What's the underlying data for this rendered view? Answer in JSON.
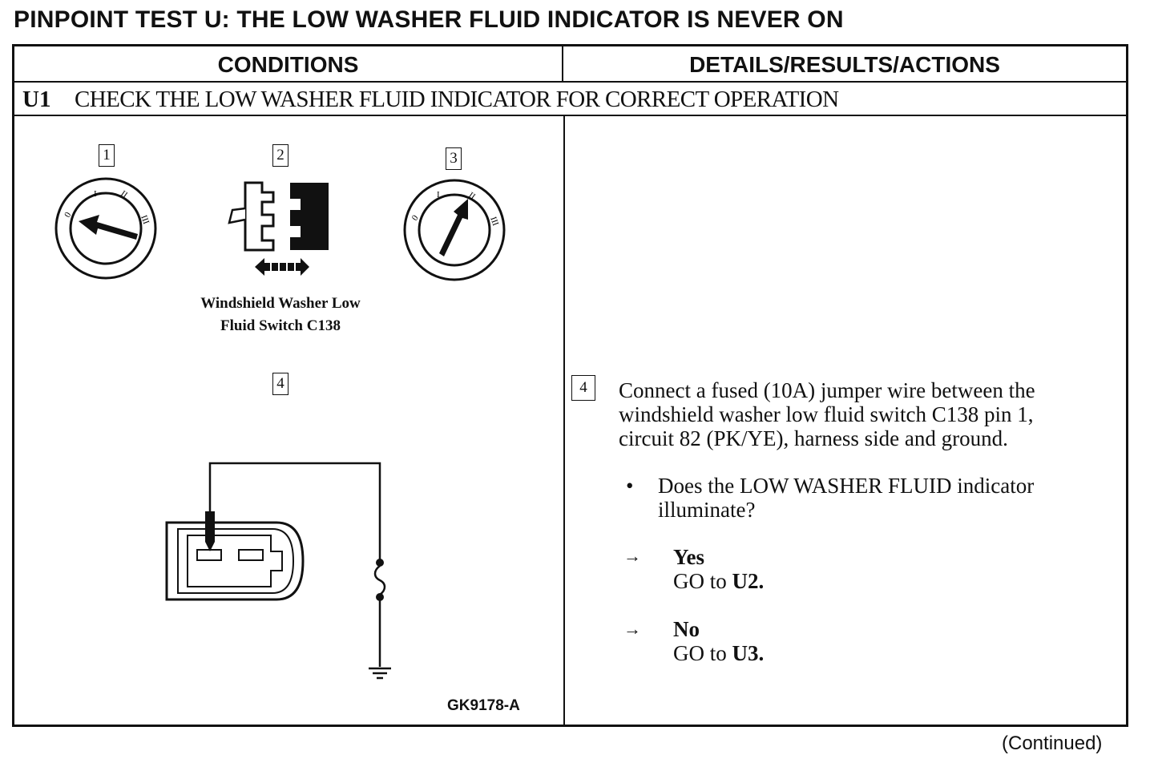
{
  "title": "PINPOINT TEST U: THE LOW WASHER FLUID INDICATOR IS NEVER ON",
  "table": {
    "col_conditions": "CONDITIONS",
    "col_details": "DETAILS/RESULTS/ACTIONS",
    "step_id": "U1",
    "step_title": "CHECK THE LOW WASHER FLUID INDICATOR FOR CORRECT OPERATION"
  },
  "illustration": {
    "callouts": [
      "1",
      "2",
      "3",
      "4"
    ],
    "dial_marks": [
      "0",
      "I",
      "II",
      "III"
    ],
    "caption_line1": "Windshield Washer Low",
    "caption_line2": "Fluid Switch C138",
    "figure_id": "GK9178-A"
  },
  "details": {
    "step_number": "4",
    "instruction_line1": "Connect a fused (10A) jumper wire between the",
    "instruction_line2": "windshield washer low fluid switch C138 pin 1,",
    "instruction_line3": "circuit 82 (PK/YE), harness side and ground.",
    "bullet": "•",
    "question_line1": "Does the LOW WASHER FLUID indicator",
    "question_line2": "illuminate?",
    "arrow": "→",
    "yes_label": "Yes",
    "yes_go": "GO to",
    "yes_target": "U2.",
    "no_label": "No",
    "no_go": "GO to",
    "no_target": "U3."
  },
  "footer": {
    "continued": "(Continued)"
  }
}
